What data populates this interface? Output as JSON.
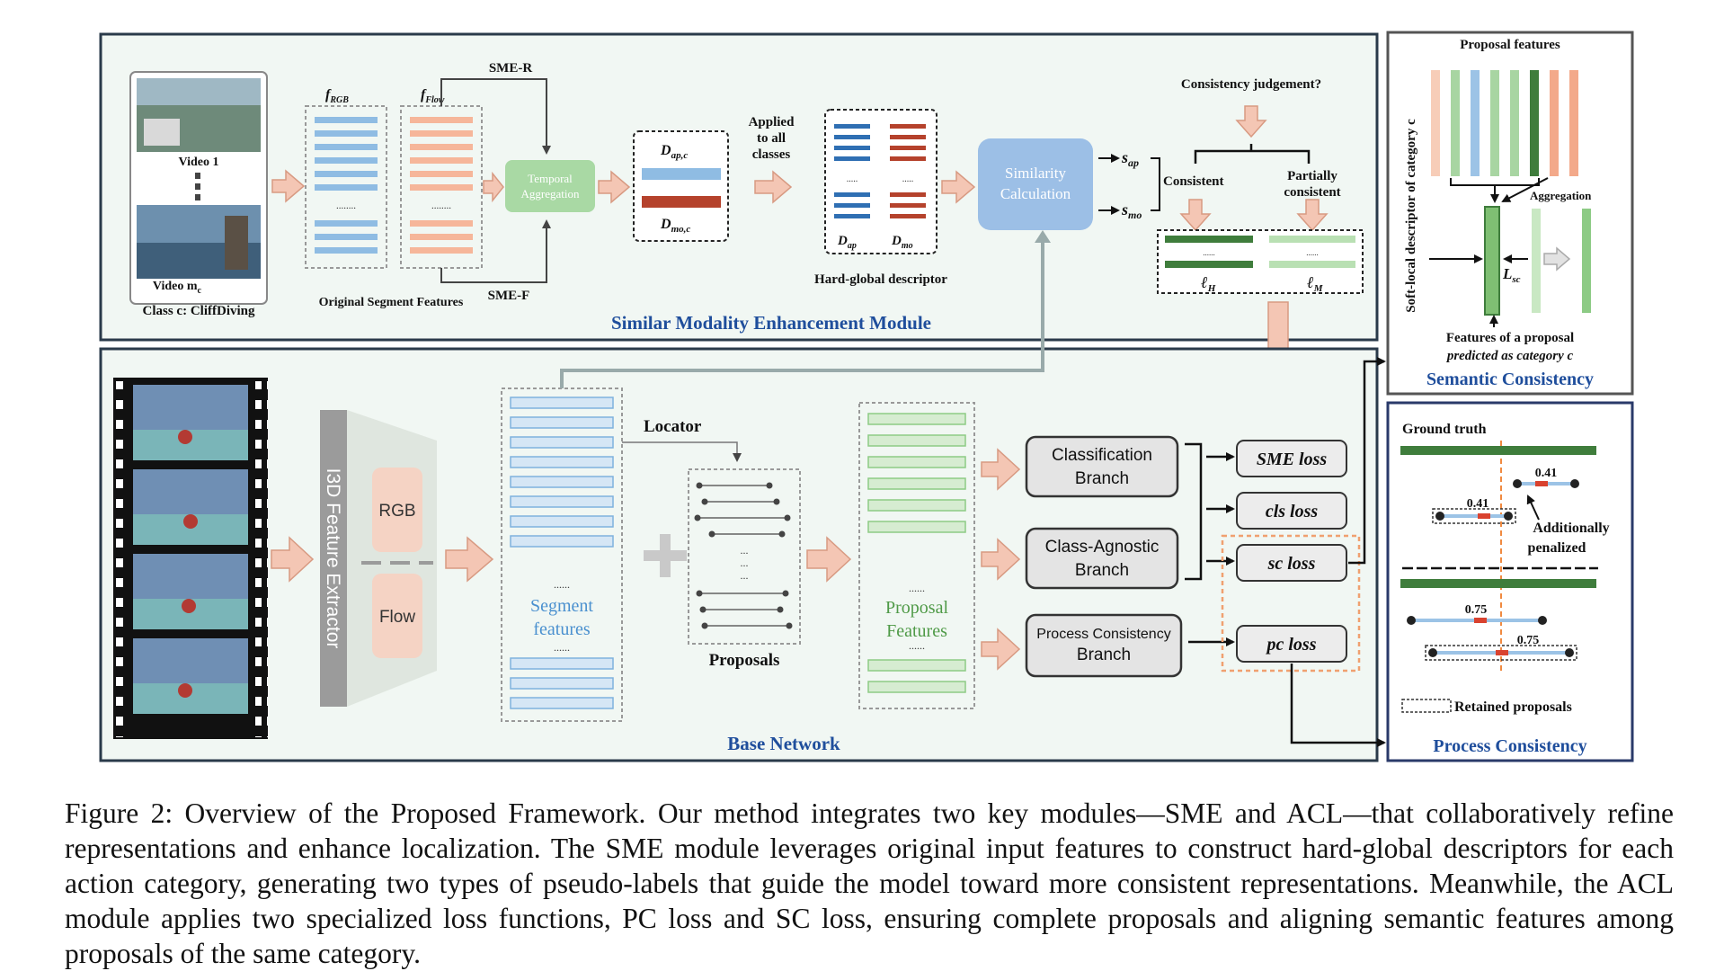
{
  "sme": {
    "video1": "Video 1",
    "video_mc": "Video m",
    "video_mc_sub": "c",
    "class_label": "Class c: CliffDiving",
    "f_rgb": "f",
    "f_rgb_sub": "RGB",
    "f_flow": "f",
    "f_flow_sub": "Flow",
    "dots": "........",
    "sme_r": "SME-R",
    "sme_f": "SME-F",
    "temporal_aggregation": [
      "Temporal",
      "Aggregation"
    ],
    "original_segment_features": "Original Segment Features",
    "d_ap_c": "D",
    "d_ap_c_sub": "ap,c",
    "d_mo_c": "D",
    "d_mo_c_sub": "mo,c",
    "applied": [
      "Applied",
      "to all",
      "classes"
    ],
    "hard_global_descriptor": "Hard-global descriptor",
    "d_ap": "D",
    "d_ap_sub": "ap",
    "d_mo": "D",
    "d_mo_sub": "mo",
    "similarity_calculation": [
      "Similarity",
      "Calculation"
    ],
    "s_ap": "s",
    "s_ap_sub": "ap",
    "s_mo": "s",
    "s_mo_sub": "mo",
    "consistency_judgement": "Consistency judgement?",
    "consistent": "Consistent",
    "partially_consistent": [
      "Partially",
      "consistent"
    ],
    "l_h": "ℓ",
    "l_h_sub": "H",
    "l_m": "ℓ",
    "l_m_sub": "M",
    "title": "Similar Modality Enhancement Module"
  },
  "semantic": {
    "proposal_features": "Proposal features",
    "side_label": "Soft-local descriptor of category c",
    "aggregation": "Aggregation",
    "l_sc": "L",
    "l_sc_sub": "sc",
    "caption_lines": [
      "Features of a proposal",
      "predicted as category c"
    ],
    "title": "Semantic Consistency"
  },
  "base": {
    "i3d": "I3D Feature Extractor",
    "rgb": "RGB",
    "flow": "Flow",
    "segment_features": [
      "Segment",
      "features"
    ],
    "locator": "Locator",
    "proposals": "Proposals",
    "proposal_features": [
      "Proposal",
      "Features"
    ],
    "classification_branch": [
      "Classification",
      "Branch"
    ],
    "class_agnostic_branch": [
      "Class-Agnostic",
      "Branch"
    ],
    "process_consistency_branch": [
      "Process Consistency",
      "Branch"
    ],
    "sme_loss": "SME loss",
    "cls_loss": "cls loss",
    "sc_loss": "sc loss",
    "pc_loss": "pc loss",
    "title": "Base Network"
  },
  "process": {
    "ground_truth": "Ground truth",
    "v041a": "0.41",
    "v041b": "0.41",
    "additionally_penalized": [
      "Additionally",
      "penalized"
    ],
    "v075a": "0.75",
    "v075b": "0.75",
    "retained_proposals": "Retained proposals",
    "title": "Process Consistency"
  },
  "colors": {
    "blue": "#7fb2de",
    "blue_dark": "#2f6fb3",
    "salmon": "#f3a98a",
    "red_dark": "#b5422c",
    "green": "#a8d5a2",
    "green_dark": "#3f7d3c",
    "title_blue": "#1f4e9c",
    "arrow_fill": "#f4c6b4"
  },
  "caption": "Figure 2: Overview of the Proposed Framework. Our method integrates two key modules—SME and ACL—that collaboratively refine representations and enhance localization. The SME module leverages original input features to construct hard-global descriptors for each action category, generating two types of pseudo-labels that guide the model toward more consistent representations. Meanwhile, the ACL module applies two specialized loss functions, PC loss and SC loss, ensuring complete proposals and aligning semantic features among proposals of the same category."
}
